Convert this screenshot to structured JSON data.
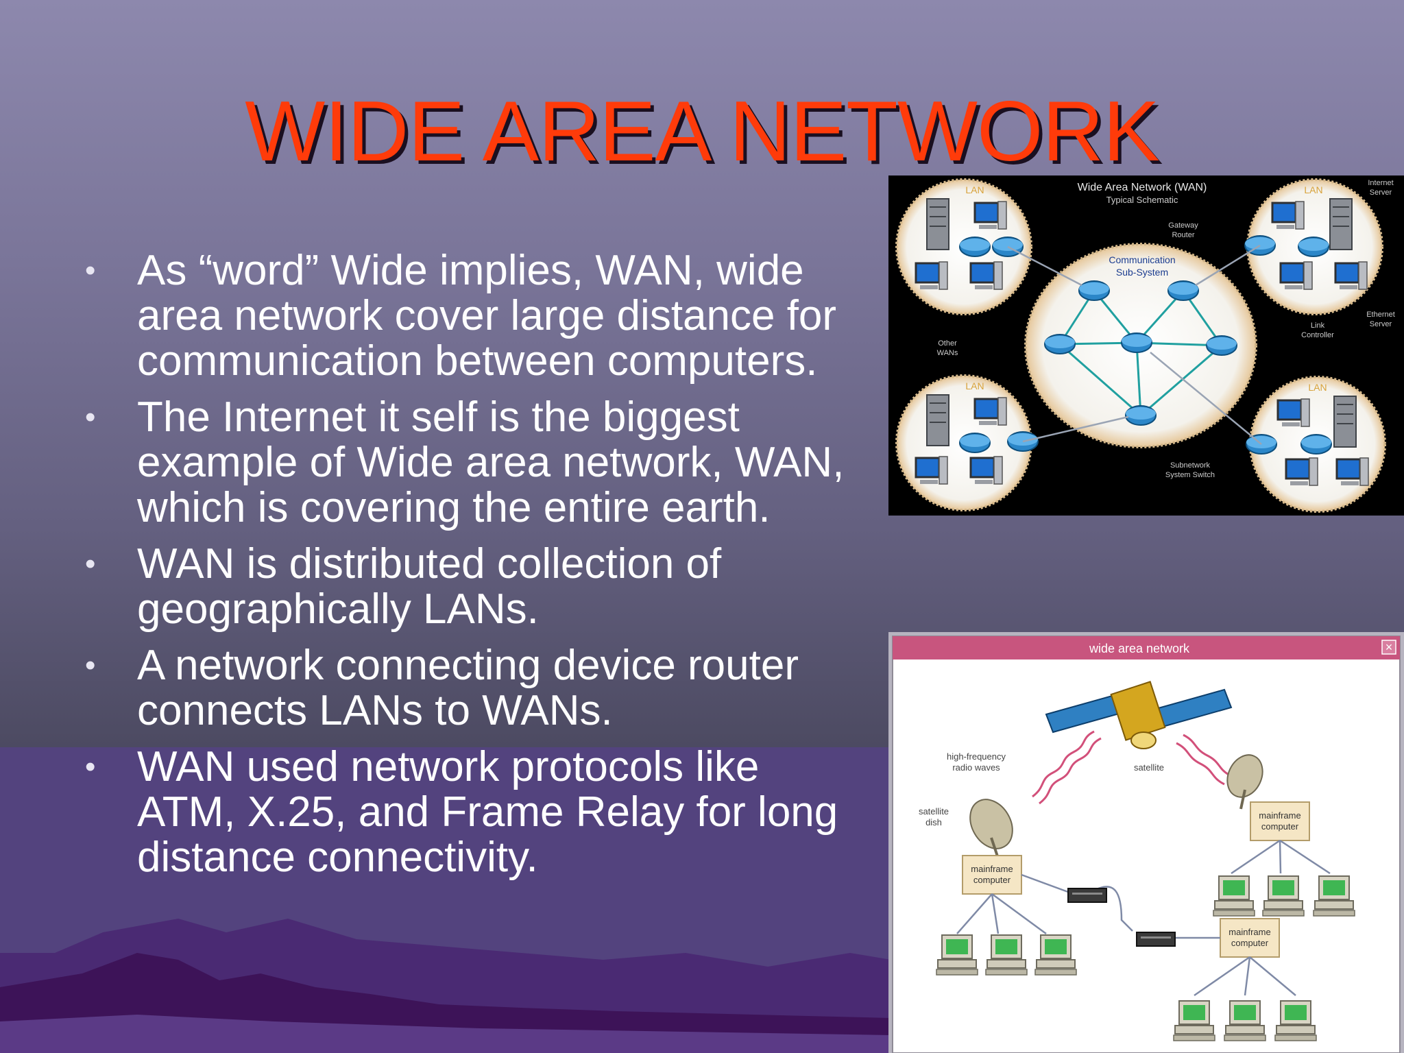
{
  "slide": {
    "title": "WIDE AREA NETWORK",
    "bullets": [
      "As “word” Wide implies, WAN, wide area network cover large distance for communication between computers.",
      "The Internet it self is the biggest example of Wide area network, WAN, which is covering the entire earth.",
      "WAN is distributed collection of geographically LANs.",
      "A network connecting device router connects LANs to WANs.",
      "WAN used network protocols like ATM, X.25, and Frame Relay for long distance connectivity."
    ],
    "bullet_glyph": "•"
  },
  "figure1": {
    "title": "Wide Area Network (WAN)",
    "subtitle": "Typical Schematic",
    "lan_label": "LAN",
    "hub_label_1": "Communication",
    "hub_label_2": "Sub-System",
    "gateway_label_1": "Gateway",
    "gateway_label_2": "Router",
    "other_label_1": "Other",
    "other_label_2": "WANs",
    "internet_label_1": "Internet",
    "internet_label_2": "Server",
    "link_label_1": "Link",
    "link_label_2": "Controller",
    "ethernet_label_1": "Ethernet",
    "ethernet_label_2": "Server",
    "sub_label_1": "Subnetwork",
    "sub_label_2": "System Switch"
  },
  "figure2": {
    "window_title": "wide area network",
    "close_glyph": "×",
    "label_radio_1": "high-frequency",
    "label_radio_2": "radio waves",
    "label_satellite": "satellite",
    "label_dish_1": "satellite",
    "label_dish_2": "dish",
    "mainframe_1": "mainframe",
    "mainframe_2": "computer"
  },
  "colors": {
    "title": "#ff3b0a",
    "text": "#ffffff",
    "mountain": "#4a1c66",
    "window_bar": "#c8557e"
  }
}
